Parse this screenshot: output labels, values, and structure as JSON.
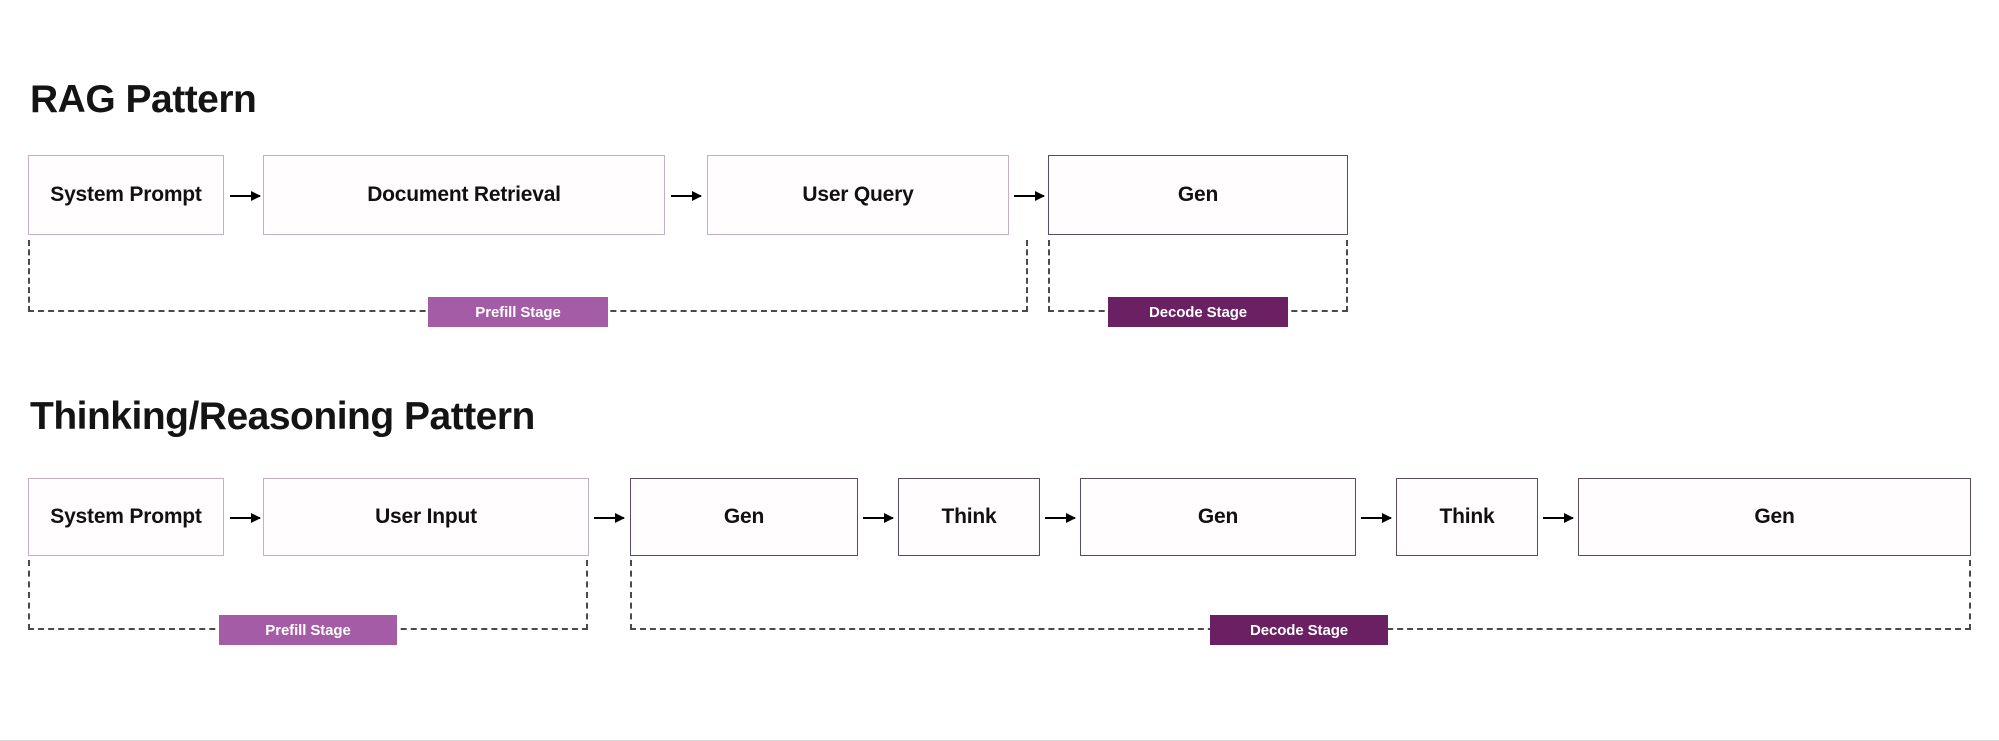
{
  "diagram": {
    "background_color": "#ffffff",
    "box_border_light": "#c7aec4",
    "box_border_dark": "#5b4a5c",
    "prefill_color": "#a35ca5",
    "decode_color": "#6b2063",
    "arrow_color": "#000000",
    "bracket_color": "#4a4a4a"
  },
  "sections": [
    {
      "id": "rag",
      "title": "RAG Pattern",
      "boxes": [
        {
          "label": "System Prompt",
          "style": "light"
        },
        {
          "label": "Document Retrieval",
          "style": "light"
        },
        {
          "label": "User Query",
          "style": "light"
        },
        {
          "label": "Gen",
          "style": "dark"
        }
      ],
      "stages": [
        {
          "label": "Prefill Stage",
          "style": "prefill",
          "covers": [
            "System Prompt",
            "Document Retrieval",
            "User Query"
          ]
        },
        {
          "label": "Decode Stage",
          "style": "decode",
          "covers": [
            "Gen"
          ]
        }
      ]
    },
    {
      "id": "thinking",
      "title": "Thinking/Reasoning  Pattern",
      "boxes": [
        {
          "label": "System Prompt",
          "style": "light"
        },
        {
          "label": "User Input",
          "style": "light"
        },
        {
          "label": "Gen",
          "style": "dark"
        },
        {
          "label": "Think",
          "style": "dark"
        },
        {
          "label": "Gen",
          "style": "dark"
        },
        {
          "label": "Think",
          "style": "dark"
        },
        {
          "label": "Gen",
          "style": "dark"
        }
      ],
      "stages": [
        {
          "label": "Prefill Stage",
          "style": "prefill",
          "covers": [
            "System Prompt",
            "User Input"
          ]
        },
        {
          "label": "Decode Stage",
          "style": "decode",
          "covers": [
            "Gen",
            "Think",
            "Gen",
            "Think",
            "Gen"
          ]
        }
      ]
    }
  ]
}
